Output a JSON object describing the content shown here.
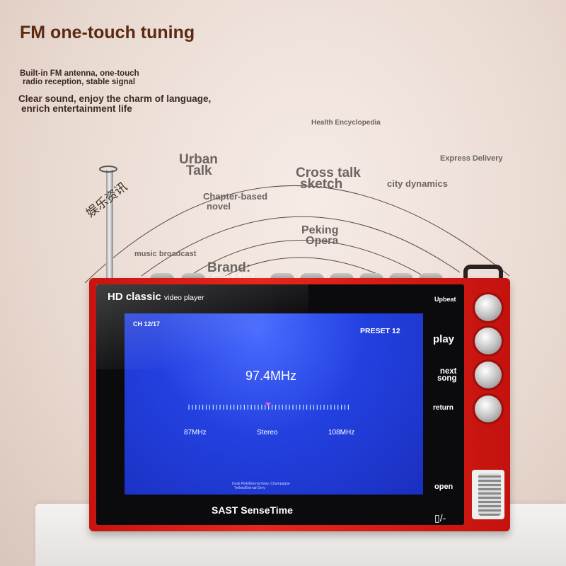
{
  "header": {
    "title": "FM one-touch tuning",
    "line1a": "Built-in FM antenna, one-touch",
    "line1b": "radio reception, stable signal",
    "line2a": "Clear sound, enjoy the charm of language,",
    "line2b": "enrich entertainment life"
  },
  "keywords": {
    "health": "Health Encyclopedia",
    "express": "Express Delivery",
    "urban1": "Urban",
    "urban2": "Talk",
    "cross1": "Cross talk",
    "cross2": "sketch",
    "city": "city dynamics",
    "chapter1": "Chapter-based",
    "chapter2": "novel",
    "peking1": "Peking",
    "peking2": "Opera",
    "music": "music broadcast",
    "brand1": "Brand:",
    "brand2": "CAMEL",
    "antenna_text": "娱乐资讯"
  },
  "device": {
    "hd_title": "HD classic",
    "hd_sub": "video player",
    "channel": "CH 12/17",
    "preset": "PRESET 12",
    "frequency": "97.4MHz",
    "min_freq": "87MHz",
    "mode": "Stereo",
    "max_freq": "108MHz",
    "colors_note1": "Dusk Pink/Eternal Grey, Champagne",
    "colors_note2": "Yellow/Eternal Grey",
    "brand_label": "SAST SenseTime",
    "battery": "▯/-"
  },
  "side_buttons": {
    "upbeat": "Upbeat",
    "play": "play",
    "next1": "next",
    "next2": "song",
    "return": "return",
    "open": "open"
  },
  "colors": {
    "body_red": "#e8261c",
    "screen_blue": "#2341e0",
    "title_brown": "#5a2a12"
  }
}
